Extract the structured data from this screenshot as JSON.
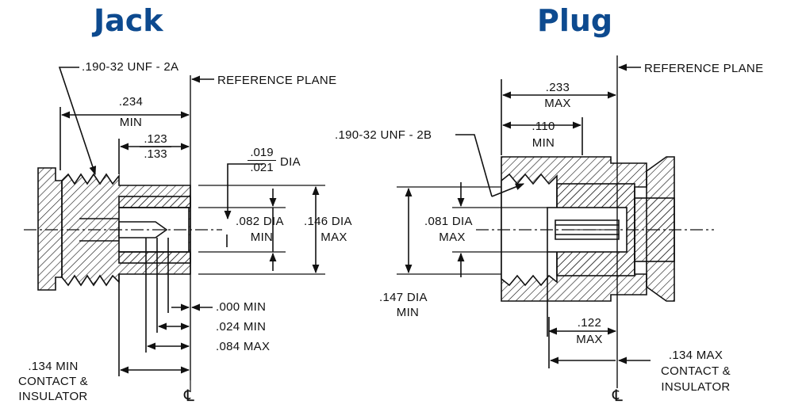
{
  "jack": {
    "title": "Jack",
    "thread": ".190-32 UNF - 2A",
    "reference_plane": "REFERENCE PLANE",
    "dim_234": ".234",
    "dim_min": "MIN",
    "frac_123": ".123",
    "frac_133": ".133",
    "frac_019": ".019",
    "frac_021": ".021",
    "dia": "DIA",
    "dim_082": ".082 DIA",
    "dim_082_min": "MIN",
    "dim_146": ".146 DIA",
    "dim_146_max": "MAX",
    "dim_000": ".000 MIN",
    "dim_024": ".024 MIN",
    "dim_084": ".084 MAX",
    "contact_1": ".134 MIN",
    "contact_2": "CONTACT &",
    "contact_3": "INSULATOR",
    "centerline": "℄"
  },
  "plug": {
    "title": "Plug",
    "reference_plane": "REFERENCE PLANE",
    "dim_233": ".233",
    "dim_233_max": "MAX",
    "dim_110": ".110",
    "dim_110_min": "MIN",
    "thread": ".190-32 UNF - 2B",
    "dim_081": ".081 DIA",
    "dim_081_max": "MAX",
    "dim_147": ".147 DIA",
    "dim_147_min": "MIN",
    "dim_122": ".122",
    "dim_122_max": "MAX",
    "contact_1": ".134 MAX",
    "contact_2": "CONTACT &",
    "contact_3": "INSULATOR",
    "centerline": "℄"
  }
}
